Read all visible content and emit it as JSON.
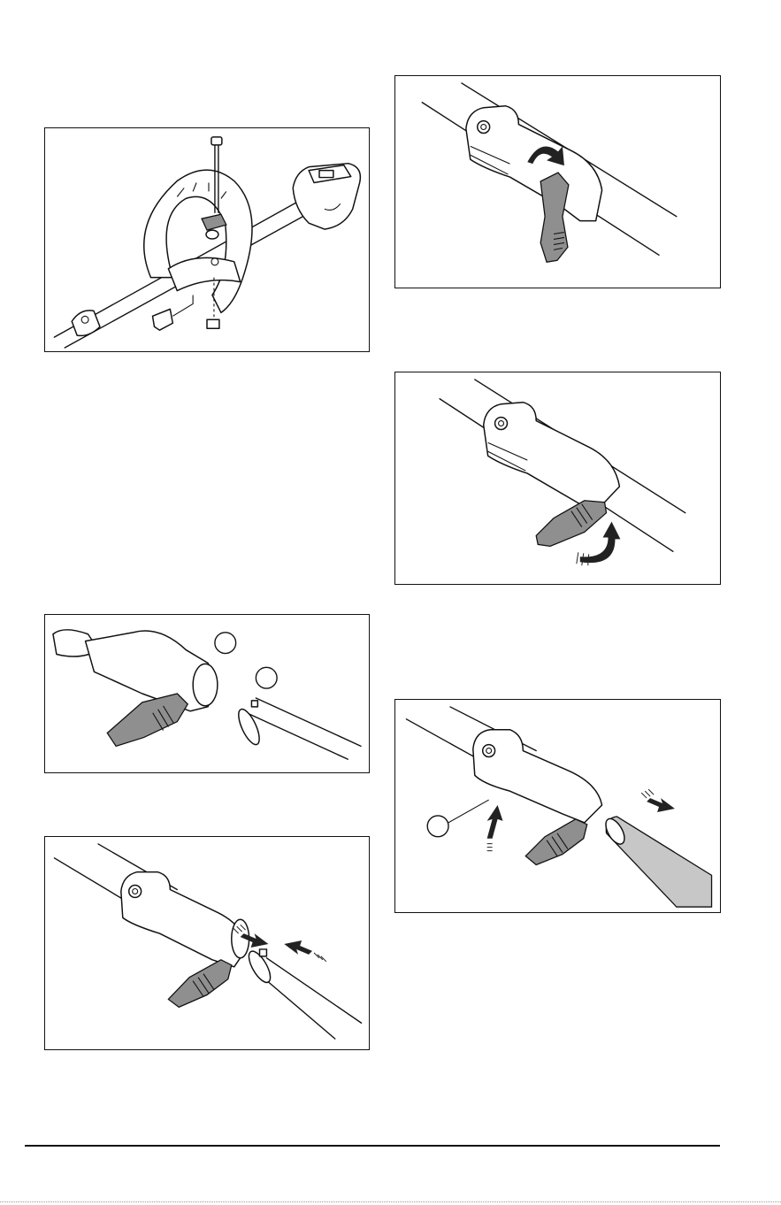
{
  "figures": [
    {
      "id": "fig1",
      "depicts": "handle-mounting-illustration"
    },
    {
      "id": "fig2",
      "depicts": "coupling-knob-loosen-illustration"
    },
    {
      "id": "fig3",
      "depicts": "coupling-knob-tighten-illustration"
    },
    {
      "id": "fig4",
      "depicts": "coupling-open-illustration"
    },
    {
      "id": "fig5",
      "depicts": "shaft-removal-illustration"
    },
    {
      "id": "fig6",
      "depicts": "shaft-insertion-illustration"
    }
  ],
  "colors": {
    "line": "#111111",
    "shaft_gray": "#c7c7c7",
    "knob_gray": "#8f8f8f"
  }
}
